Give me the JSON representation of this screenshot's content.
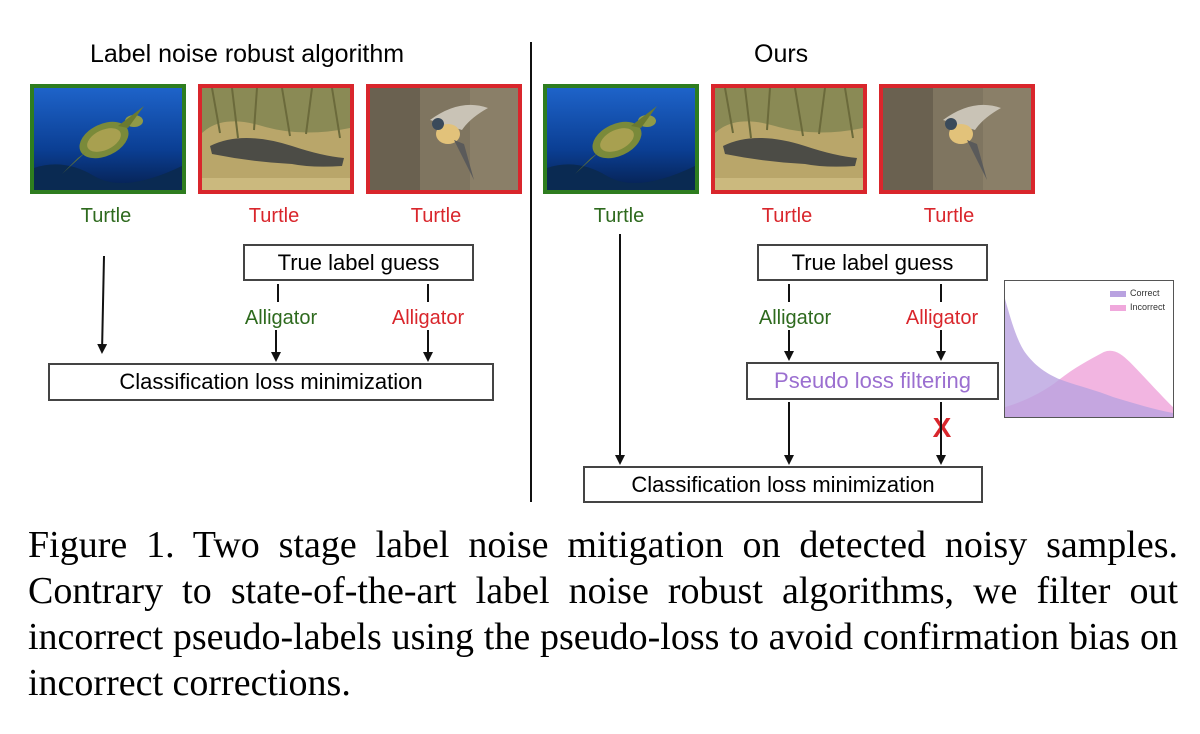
{
  "left_panel": {
    "title": "Label noise robust algorithm",
    "labels": [
      "Turtle",
      "Turtle",
      "Turtle"
    ],
    "guess_box": "True label guess",
    "guesses": [
      "Alligator",
      "Alligator"
    ],
    "loss_box": "Classification loss minimization"
  },
  "right_panel": {
    "title": "Ours",
    "labels": [
      "Turtle",
      "Turtle",
      "Turtle"
    ],
    "guess_box": "True label guess",
    "guesses": [
      "Alligator",
      "Alligator"
    ],
    "filter_box": "Pseudo loss filtering",
    "reject_mark": "X",
    "loss_box": "Classification loss minimization"
  },
  "histogram": {
    "legend": [
      "Correct",
      "Incorrect"
    ]
  },
  "images": [
    "turtle-photo",
    "alligator-photo",
    "bird-photo"
  ],
  "colors": {
    "clean_border": "#2e7d1f",
    "noisy_border": "#d9262c",
    "clean_text": "#2e6a1e",
    "noisy_text": "#d9262c",
    "filter_text": "#9b6fd0",
    "correct_hist": "#b9a2e0",
    "incorrect_hist": "#f0a8dc"
  },
  "caption": "Figure 1. Two stage label noise mitigation on detected noisy samples. Contrary to state-of-the-art label noise robust algorithms, we filter out incorrect pseudo-labels using the pseudo-loss to avoid confirmation bias on incorrect corrections."
}
